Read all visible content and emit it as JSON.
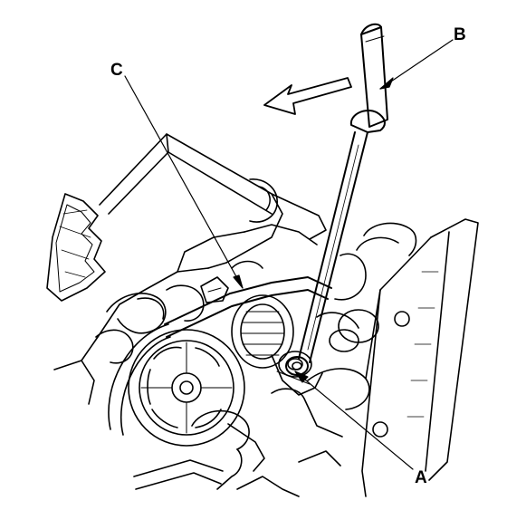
{
  "diagram": {
    "callouts": [
      {
        "id": "B",
        "label": "B"
      },
      {
        "id": "C",
        "label": "C"
      },
      {
        "id": "A",
        "label": "A"
      }
    ]
  }
}
